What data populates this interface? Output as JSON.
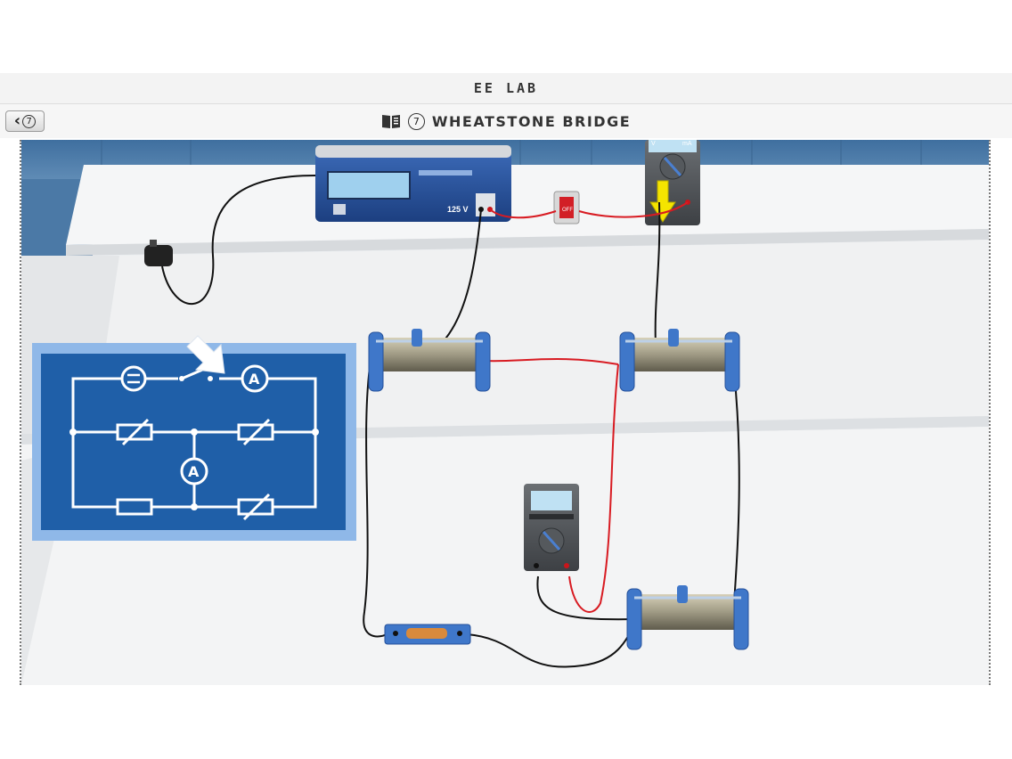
{
  "app": {
    "title": "EE LAB"
  },
  "nav": {
    "back_number": "7",
    "lesson_number": "7",
    "lesson_title": "WHEATSTONE BRIDGE",
    "back_icon": "chevron-left-icon",
    "book_icon": "book-icon"
  },
  "lab": {
    "power_supply": {
      "display": "125 V"
    },
    "switch": {
      "label": "OFF"
    },
    "meters": {
      "volt_label": "V",
      "milliamp_label": "mA"
    }
  },
  "colors": {
    "accent_blue": "#1f5fa8",
    "wire_red": "#d81b22",
    "indicator_yellow": "#f5e400"
  }
}
